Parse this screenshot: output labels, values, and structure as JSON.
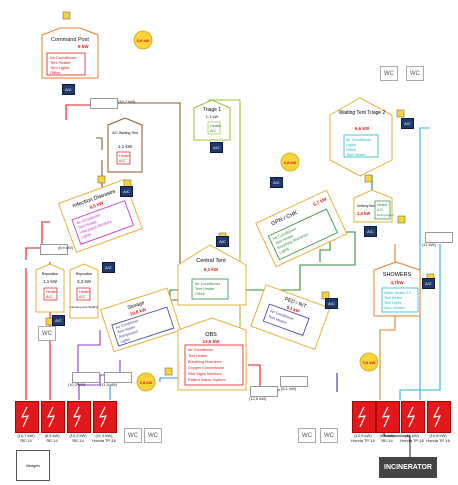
{
  "tents": {
    "command_post": {
      "name": "Command Post",
      "kw": "8 kW",
      "items": [
        "Air Conditioner",
        "Tent Heater",
        "Tent Lights",
        "Office"
      ]
    },
    "triage1": {
      "name": "Triage 1",
      "kw": "1,1 kW",
      "items": [
        "Heater",
        "A/C"
      ]
    },
    "waiting_tent": {
      "name": "Waiting Tent Triage 2",
      "kw": "6,6 kW",
      "items": [
        "Air Conditioner",
        "Lights",
        "Office",
        "Tent Heater"
      ]
    },
    "ac_waiting": {
      "name": "A/C Waiting Tent",
      "kw": "1,1 kW",
      "items": [
        "Heater",
        "A/C"
      ]
    },
    "infection": {
      "name": "Infection Diseases",
      "kw": "8,5 kW",
      "items": [
        "Air Conditioner",
        "Tent Heater",
        "Vital Signs Monitors",
        "Lights"
      ]
    },
    "green": {
      "name": "GPR / CHK",
      "kw": "6,7 kW",
      "items": [
        "Air Conditioner",
        "Tent Heater",
        "Breathing Machines",
        "Lights"
      ]
    },
    "delivery": {
      "name": "Delivery Box",
      "kw": "1,4 kW",
      "items": [
        "Heater",
        "A/C",
        "Refrigerated"
      ]
    },
    "central": {
      "name": "Central Tent",
      "kw": "9,1 kW",
      "items": [
        "Air Conditioner",
        "Tent Heater",
        "Office"
      ]
    },
    "reposition1": {
      "name": "Reposition",
      "kw": "1,1 kW",
      "items": [
        "Heater",
        "A/C"
      ]
    },
    "reposition2": {
      "name": "Reposition",
      "kw": "3,3 kW",
      "items": [
        "Heater",
        "A/C"
      ],
      "note": "Cleaning and Staffing"
    },
    "storage": {
      "name": "Storage",
      "kw": "10,8 kW",
      "items": [
        "Air Conditioner",
        "Tent Heater",
        "Refrigerated",
        "Lights"
      ]
    },
    "ped": {
      "name": "PED / INT",
      "kw": "6,1 kW",
      "items": [
        "Air Conditioner",
        "Tent Heater"
      ]
    },
    "showers": {
      "name": "SHOWERS",
      "kw": "4,7kW",
      "items": [
        "Water Heater 3.3",
        "Tent Heater",
        "Tent Lights",
        "Vacc Cleaner"
      ]
    },
    "obs": {
      "name": "OBS",
      "kw": "12,5 kW",
      "items": [
        "Air Conditioner",
        "Tent Heater",
        "Breathing Machines",
        "Oxygen Concentrator",
        "Vital Signs Monitors",
        "Patient Warm. System"
      ]
    }
  },
  "yellow_nodes": [
    "0,8 kW",
    "0,8 kW",
    "0,8 kW",
    "0,8 kW"
  ],
  "subpanels": [
    "(10,7 kW)",
    "(8,9 kW)",
    "(11 kW)",
    "(10,2 kW)",
    "(11,9 kW)",
    "(12,5 kW)",
    "(6,1 kW)"
  ],
  "generators": [
    {
      "kw": "(10,7 kW)",
      "model": "RE-14"
    },
    {
      "kw": "(8,9 kW)",
      "model": "RE-14"
    },
    {
      "kw": "(10,2 kW)",
      "model": "RE-14"
    },
    {
      "kw": "(11,9 kW)",
      "model": "Honda TP-16"
    },
    {
      "kw": "(12,5 kW)",
      "model": "Honda TP-16"
    },
    {
      "kw": "(6,2 kW)",
      "model": "RE-14"
    },
    {
      "kw": "(11 kW)",
      "model": "Honda TP-16"
    },
    {
      "kw": "(10,8 kW)",
      "model": "Honda TP-16"
    }
  ],
  "wc_label": "WC",
  "ac_label": "A/C",
  "incinerator": "INCINERATOR",
  "legend": "Margen"
}
